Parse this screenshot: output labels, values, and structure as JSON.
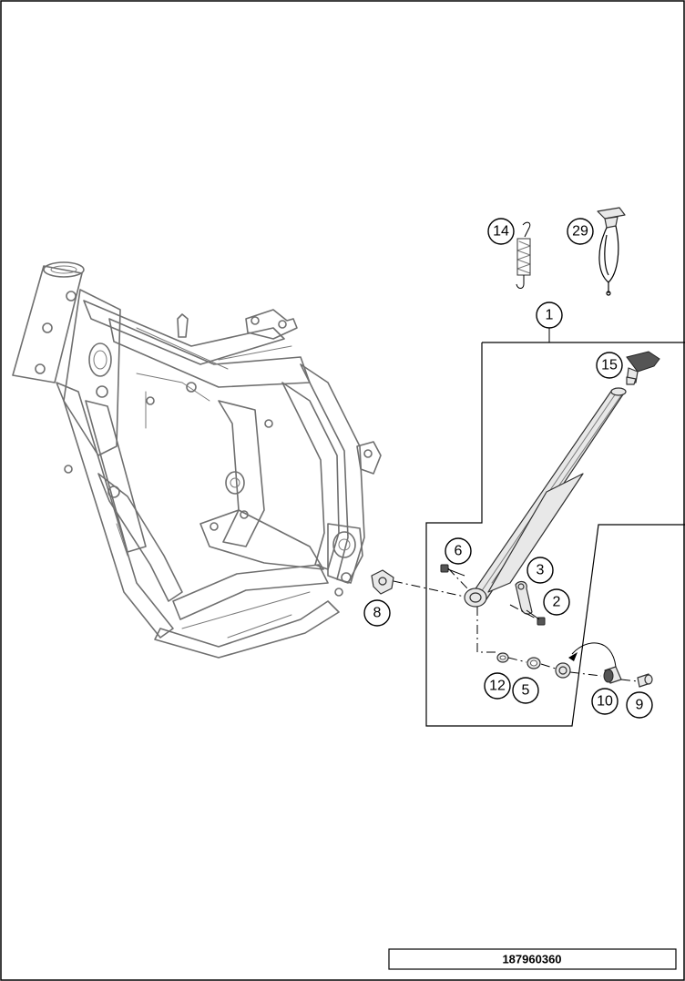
{
  "drawing_number": "187960360",
  "callouts": [
    {
      "id": "c1",
      "label": "1"
    },
    {
      "id": "c2",
      "label": "2"
    },
    {
      "id": "c3",
      "label": "3"
    },
    {
      "id": "c5",
      "label": "5"
    },
    {
      "id": "c6",
      "label": "6"
    },
    {
      "id": "c8",
      "label": "8"
    },
    {
      "id": "c9",
      "label": "9"
    },
    {
      "id": "c10",
      "label": "10"
    },
    {
      "id": "c12",
      "label": "12"
    },
    {
      "id": "c14",
      "label": "14"
    },
    {
      "id": "c15",
      "label": "15"
    },
    {
      "id": "c29",
      "label": "29"
    }
  ],
  "colors": {
    "line": "#000000",
    "frame": "#6f6f6f",
    "part_fill": "#e8e8e8",
    "background": "#ffffff"
  }
}
